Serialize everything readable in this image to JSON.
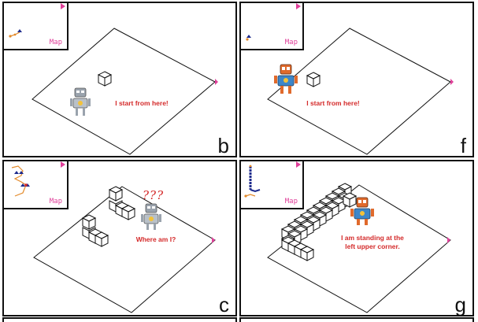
{
  "colors": {
    "accent": "#e0409a",
    "caption": "#d42a2a",
    "robot_gray": "#9aa3ad",
    "robot_orange": "#e06a2c",
    "robot_blue": "#3d86c9"
  },
  "panels": [
    {
      "letter": "b",
      "map_label": "Map",
      "caption": "I start from here!",
      "robot": "gray-robot",
      "question": ""
    },
    {
      "letter": "f",
      "map_label": "Map",
      "caption": "I start from here!",
      "robot": "orange-robot",
      "question": ""
    },
    {
      "letter": "c",
      "map_label": "Map",
      "caption": "Where am I?",
      "robot": "gray-robot",
      "question": "???"
    },
    {
      "letter": "g",
      "map_label": "Map",
      "caption": "I am standing at the\nleft upper corner.",
      "robot": "orange-robot",
      "question": ""
    }
  ]
}
